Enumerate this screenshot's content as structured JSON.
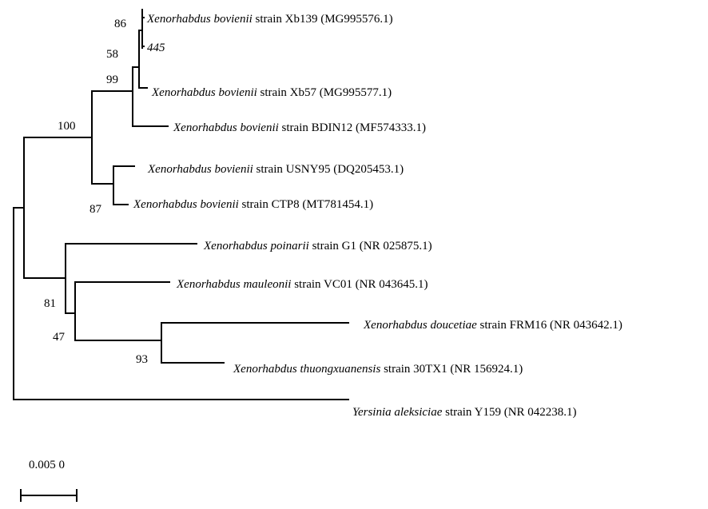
{
  "taxa": [
    {
      "id": "xb139",
      "genus_species": "Xenorhabdus bovienii",
      "strain_text": " strain Xb139 (MG995576.1)"
    },
    {
      "id": "q445",
      "label": "445"
    },
    {
      "id": "xb57",
      "genus_species": "Xenorhabdus bovienii",
      "strain_text": " strain Xb57 (MG995577.1)"
    },
    {
      "id": "bdin12",
      "genus_species": "Xenorhabdus bovienii",
      "strain_text": " strain BDIN12 (MF574333.1)"
    },
    {
      "id": "usny95",
      "genus_species": "Xenorhabdus bovienii",
      "strain_text": " strain USNY95 (DQ205453.1)"
    },
    {
      "id": "ctp8",
      "genus_species": "Xenorhabdus bovienii",
      "strain_text": " strain CTP8 (MT781454.1)"
    },
    {
      "id": "g1",
      "genus_species": "Xenorhabdus poinarii",
      "strain_text": " strain G1 (NR 025875.1)"
    },
    {
      "id": "vc01",
      "genus_species": "Xenorhabdus mauleonii",
      "strain_text": " strain VC01 (NR 043645.1)"
    },
    {
      "id": "frm16",
      "genus_species": "Xenorhabdus doucetiae",
      "strain_text": " strain FRM16 (NR 043642.1)"
    },
    {
      "id": "30tx1",
      "genus_species": "Xenorhabdus thuongxuanensis",
      "strain_text": " strain 30TX1 (NR 156924.1)"
    },
    {
      "id": "y159",
      "genus_species": "Yersinia aleksiciae",
      "strain_text": " strain Y159 (NR 042238.1)"
    }
  ],
  "bootstrap": {
    "b86": "86",
    "b58": "58",
    "b99": "99",
    "b100": "100",
    "b87": "87",
    "b81": "81",
    "b47": "47",
    "b93": "93"
  },
  "scale_bar": {
    "label": "0.005 0",
    "value": 0.005
  }
}
